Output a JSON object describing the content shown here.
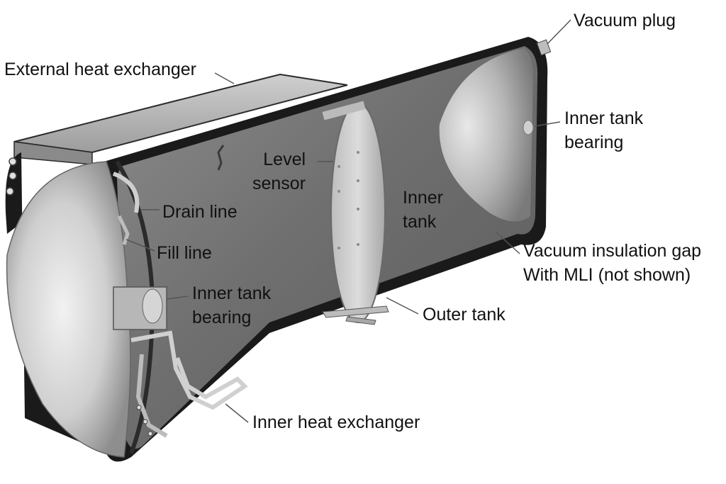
{
  "labels": {
    "vacuum_plug": "Vacuum plug",
    "external_heat_exchanger": "External heat exchanger",
    "inner_tank_bearing_right": "Inner tank\nbearing",
    "level_sensor": "Level\nsensor",
    "inner_tank": "Inner\ntank",
    "drain_line": "Drain line",
    "fill_line": "Fill line",
    "vacuum_insulation_gap": "Vacuum insulation gap\nWith MLI (not shown)",
    "inner_tank_bearing_left": "Inner tank\nbearing",
    "outer_tank": "Outer tank",
    "inner_heat_exchanger": "Inner heat exchanger"
  },
  "colors": {
    "text": "#111111",
    "leader_line": "#555555",
    "outer_shell": "#1a1a1a",
    "metal_light": "#d8d8d8",
    "metal_mid": "#9a9a9a",
    "metal_dark": "#4a4a4a"
  }
}
